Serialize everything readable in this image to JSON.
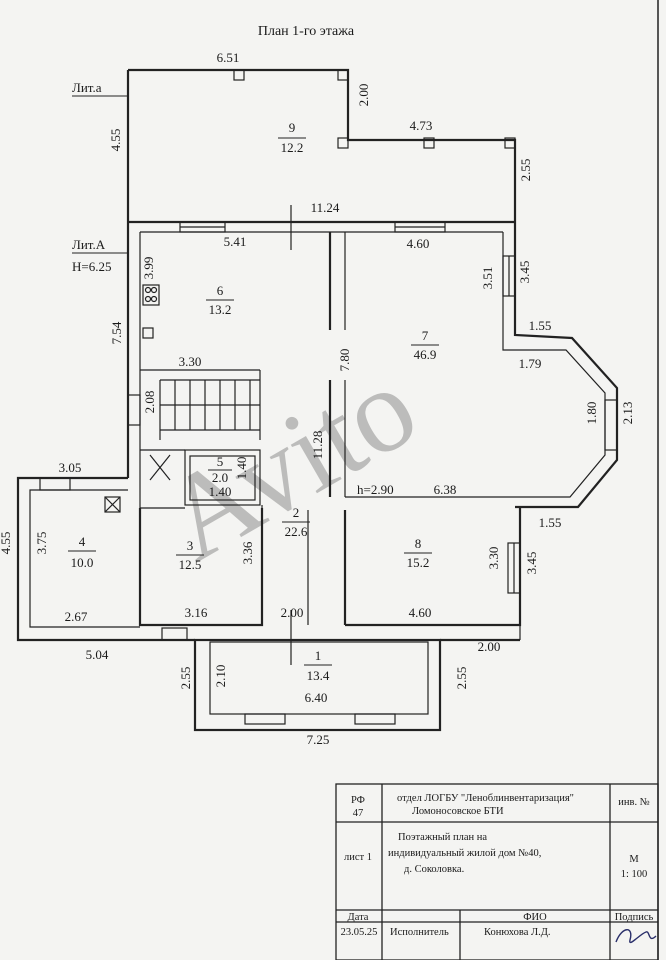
{
  "plan": {
    "title": "План 1-го этажа",
    "lit_a_small": "Лит.а",
    "lit_a_big": "Лит.А",
    "height_label": "H=6.25",
    "ceiling_label": "h=2.90",
    "watermark": "Avito"
  },
  "rooms": [
    {
      "num": "1",
      "area": "13.4"
    },
    {
      "num": "2",
      "area": "22.6"
    },
    {
      "num": "3",
      "area": "12.5"
    },
    {
      "num": "4",
      "area": "10.0"
    },
    {
      "num": "5",
      "area": "2.0"
    },
    {
      "num": "6",
      "area": "13.2"
    },
    {
      "num": "7",
      "area": "46.9"
    },
    {
      "num": "8",
      "area": "15.2"
    },
    {
      "num": "9",
      "area": "12.2"
    }
  ],
  "dimensions": {
    "top_651": "6.51",
    "top_200": "2.00",
    "top_473": "4.73",
    "side_455_top": "4.55",
    "side_255_right": "2.55",
    "mid_1124": "11.24",
    "mid_541": "5.41",
    "mid_460": "4.60",
    "side_399": "3.99",
    "side_351": "3.51",
    "side_345_top": "3.45",
    "side_754": "7.54",
    "d_155_top": "1.55",
    "d_179": "1.79",
    "d_330_stair": "3.30",
    "d_780": "7.80",
    "d_208": "2.08",
    "d_180": "1.80",
    "d_213": "2.13",
    "d_1128": "11.28",
    "d_140_v": "1.40",
    "d_140_h": "1.40",
    "d_305": "3.05",
    "d_638": "6.38",
    "d_155_bottom": "1.55",
    "d_455_left": "4.55",
    "d_375": "3.75",
    "d_336": "3.36",
    "d_330_r": "3.30",
    "d_345_r": "3.45",
    "d_267": "2.67",
    "d_316": "3.16",
    "d_200_mid": "2.00",
    "d_460_b": "4.60",
    "d_504": "5.04",
    "d_200_r": "2.00",
    "d_255_l": "2.55",
    "d_210": "2.10",
    "d_640": "6.40",
    "d_255_r2": "2.55",
    "d_725": "7.25"
  },
  "stamp": {
    "rf": "РФ",
    "rf_num": "47",
    "org_line1": "отдел ЛОГБУ \"Леноблинвентаризация\"",
    "org_line2": "Ломоносовское БТИ",
    "inv_label": "инв. №",
    "sheet_label": "лист 1",
    "desc_line1": "Поэтажный план на",
    "desc_line2": "индивидуальный жилой дом  №40,",
    "desc_line3": "д. Соколовка.",
    "scale_m": "М",
    "scale_value": "1: 100",
    "col_date": "Дата",
    "col_fio": "ФИО",
    "col_sign": "Подпись",
    "date_value": "23.05.25",
    "role": "Исполнитель",
    "executor": "Конюхова Л.Д."
  }
}
